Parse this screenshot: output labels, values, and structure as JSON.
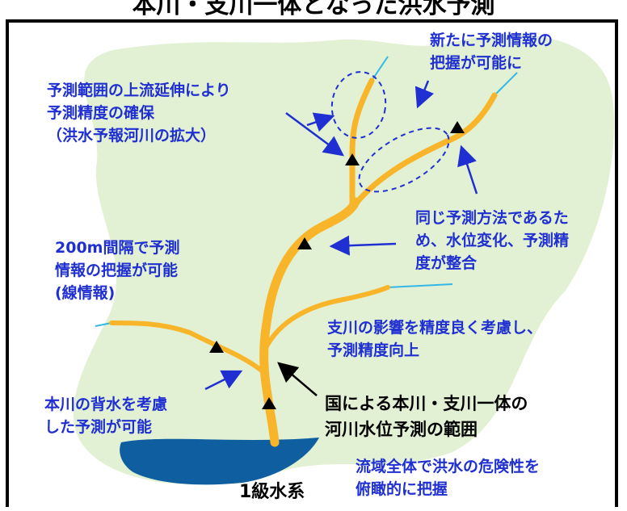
{
  "title": "本川・支川一体となった洪水予測",
  "annotations": {
    "new_prediction": "新たに予測情報の\n把握が可能に",
    "upstream_extension": "予測範囲の上流延伸により\n予測精度の確保\n（洪水予報河川の拡大）",
    "same_method": "同じ予測方法であるた\nめ、水位変化、予測精\n度が整合",
    "interval_200m": "200m間隔で予測\n情報の把握が可能\n(線情報)",
    "tributary_influence": "支川の影響を精度良く考慮し、\n予測精度向上",
    "backwater": "本川の背水を考慮\nした予測が可能",
    "national_scope": "国による本川・支川一体の\n河川水位予測の範囲",
    "basin_overview": "流域全体で洪水の危険性を\n俯瞰的に把握",
    "river_class": "1級水系"
  },
  "colors": {
    "basin": "#e2f1d3",
    "river": "#f8b52a",
    "stream": "#33b7e6",
    "sea": "#0f5fa0",
    "text_blue": "#1f2fd1",
    "arrow_blue": "#1f2fd1",
    "marker": "#000000"
  }
}
